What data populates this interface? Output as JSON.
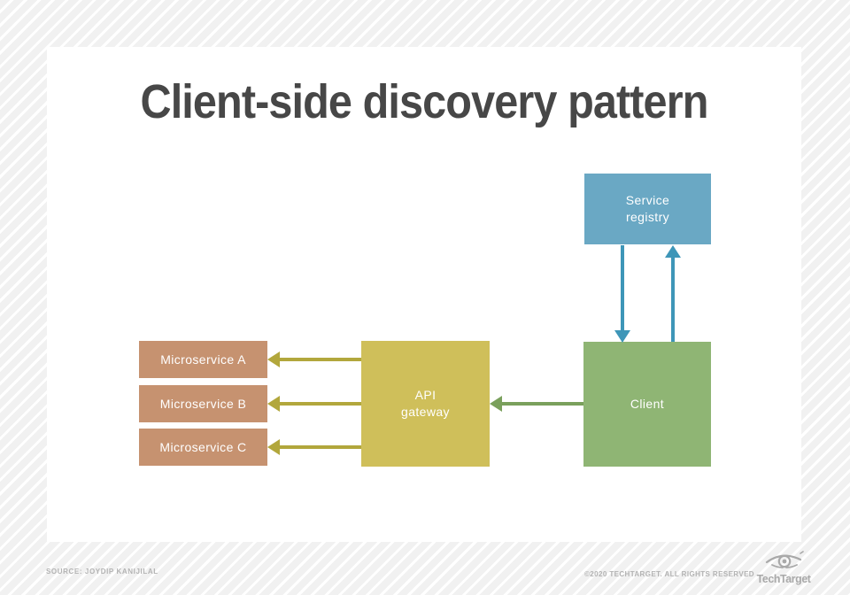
{
  "title": "Client-side discovery pattern",
  "diagram": {
    "nodes": [
      {
        "id": "service-registry",
        "label": "Service\nregistry",
        "color": "#6aa8c4"
      },
      {
        "id": "client",
        "label": "Client",
        "color": "#8fb574"
      },
      {
        "id": "api-gateway",
        "label": "API\ngateway",
        "color": "#cfbf5a"
      },
      {
        "id": "microservice-a",
        "label": "Microservice A",
        "color": "#c69270"
      },
      {
        "id": "microservice-b",
        "label": "Microservice B",
        "color": "#c69270"
      },
      {
        "id": "microservice-c",
        "label": "Microservice C",
        "color": "#c69270"
      }
    ],
    "edges": [
      {
        "from": "service-registry",
        "to": "client",
        "direction": "down",
        "color": "#3e96b8"
      },
      {
        "from": "client",
        "to": "service-registry",
        "direction": "up",
        "color": "#3e96b8"
      },
      {
        "from": "client",
        "to": "api-gateway",
        "direction": "left",
        "color": "#7aa05c"
      },
      {
        "from": "api-gateway",
        "to": "microservice-a",
        "direction": "left",
        "color": "#b2a73c"
      },
      {
        "from": "api-gateway",
        "to": "microservice-b",
        "direction": "left",
        "color": "#b2a73c"
      },
      {
        "from": "api-gateway",
        "to": "microservice-c",
        "direction": "left",
        "color": "#b2a73c"
      }
    ]
  },
  "footer": {
    "source": "SOURCE: JOYDIP KANIJILAL",
    "copyright": "©2020 TECHTARGET. ALL RIGHTS RESERVED",
    "logo_text": "TechTarget"
  }
}
